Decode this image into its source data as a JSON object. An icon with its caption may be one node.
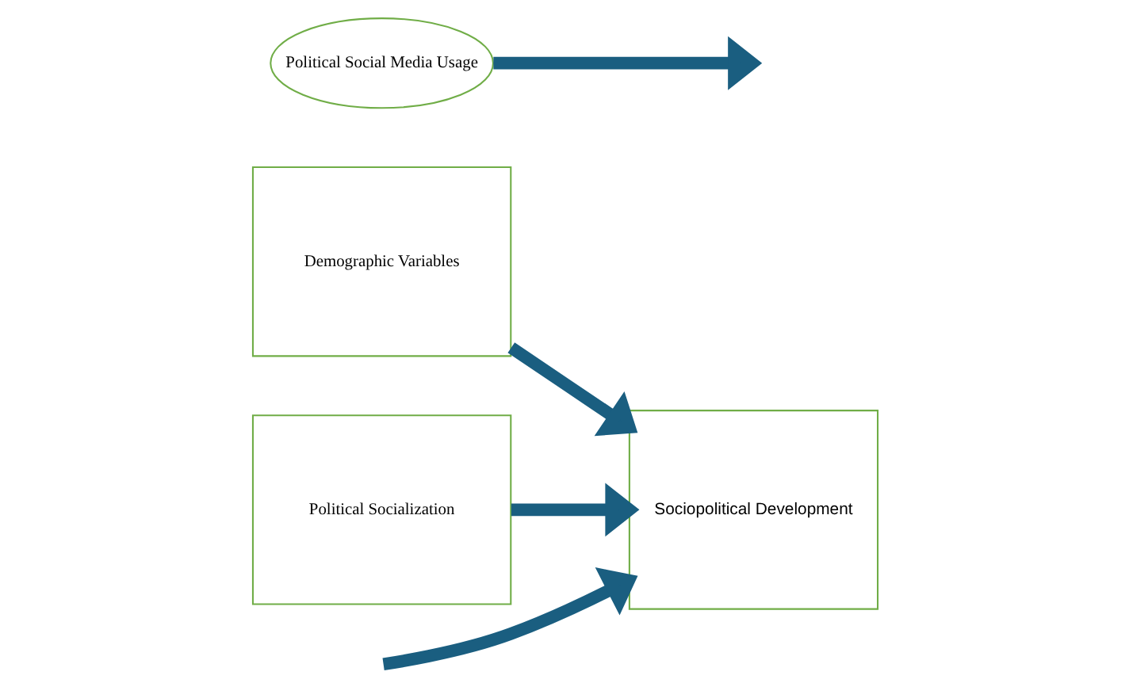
{
  "diagram": {
    "nodes": [
      {
        "text": [
          "Demographic Variables"
        ]
      },
      {
        "text": [
          "Political Socialization"
        ]
      },
      {
        "text": [
          "Political Social Media Usage"
        ]
      },
      {
        "text": [
          "Sociopolitical Development"
        ]
      }
    ],
    "edges": [
      {
        "from": 0,
        "to": 3,
        "arrow": "to"
      },
      {
        "from": null,
        "to": 3,
        "arrow": "to"
      },
      {
        "from": 1,
        "to": 3,
        "arrow": "to"
      },
      {
        "from": 2,
        "to": null,
        "arrow": "to"
      }
    ]
  }
}
